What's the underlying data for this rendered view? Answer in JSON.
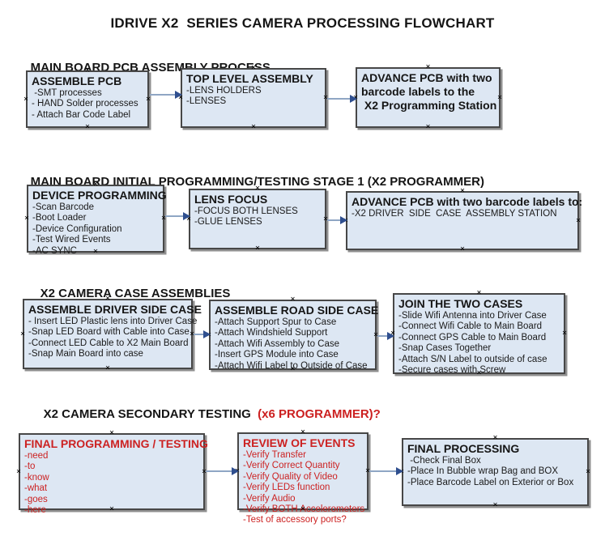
{
  "title": "IDRIVE X2  SERIES CAMERA PROCESSING FLOWCHART",
  "icons": {
    "glue_point_glyph": "×"
  },
  "colors": {
    "box_fill": "#dde7f3",
    "box_border": "#474747",
    "box_shadow": "#8f8f8f",
    "arrow_line": "#8fa6c4",
    "arrow_head": "#2f4f8f",
    "red_text": "#cc2222",
    "heading_red": "#cc2020"
  },
  "sections": [
    {
      "heading": "MAIN BOARD PCB ASSEMBLY PROCESS",
      "heading_red": "",
      "boxes": [
        {
          "title": "ASSEMBLE PCB",
          "items": [
            " -SMT processes",
            "- HAND Solder processes",
            "- Attach Bar Code Label"
          ]
        },
        {
          "title": "TOP LEVEL ASSEMBLY",
          "items": [
            "-LENS HOLDERS",
            "-LENSES"
          ]
        },
        {
          "title": "ADVANCE PCB with two",
          "items": [
            "barcode labels to the",
            " X2 Programming Station"
          ]
        }
      ]
    },
    {
      "heading": "MAIN BOARD INITIAL PROGRAMMING/TESTING STAGE 1 (X2 PROGRAMMER)",
      "heading_red": "",
      "boxes": [
        {
          "title": "DEVICE PROGRAMMING",
          "items": [
            "-Scan Barcode",
            "-Boot Loader",
            "-Device Configuration",
            "-Test Wired Events",
            "-AC SYNC"
          ]
        },
        {
          "title": "LENS FOCUS",
          "items": [
            "-FOCUS BOTH LENSES",
            "-GLUE LENSES"
          ]
        },
        {
          "title": "ADVANCE PCB with two barcode labels to:",
          "items": [
            "-X2 DRIVER  SIDE  CASE  ASSEMBLY STATION"
          ]
        }
      ]
    },
    {
      "heading": "X2 CAMERA CASE ASSEMBLIES",
      "heading_red": "",
      "boxes": [
        {
          "title": "ASSEMBLE DRIVER SIDE CASE",
          "items": [
            "- Insert LED Plastic lens into Driver Case",
            "-Snap LED Board with Cable into Case",
            "-Connect LED Cable to X2 Main Board",
            "-Snap Main Board into case"
          ]
        },
        {
          "title": "ASSEMBLE ROAD SIDE CASE",
          "items": [
            "-Attach Support Spur to Case",
            "-Attach Windshield Support",
            "-Attach Wifi Assembly to Case",
            "-Insert GPS Module into Case",
            "-Attach Wifi Label to Outside of Case"
          ]
        },
        {
          "title": "JOIN THE TWO CASES",
          "items": [
            "-Slide Wifi Antenna into Driver Case",
            "-Connect Wifi Cable to Main Board",
            "-Connect GPS Cable to Main Board",
            "-Snap Cases Together",
            "-Attach S/N Label to outside of case",
            "-Secure cases with Screw"
          ]
        }
      ]
    },
    {
      "heading": "X2 CAMERA SECONDARY TESTING  ",
      "heading_red": "(x6 PROGRAMMER)?",
      "boxes": [
        {
          "title": "FINAL PROGRAMMING / TESTING",
          "items": [
            "-need",
            "-to",
            "-know",
            "-what",
            "-goes",
            "-here"
          ]
        },
        {
          "title": "REVIEW OF EVENTS",
          "items": [
            "-Verify Transfer",
            "-Verify Correct Quantity",
            "-Verify Quality of Video",
            "-Verify LEDs function",
            "-Verify Audio",
            "-Verify BOTH Accelerometers",
            "-Test of accessory ports?"
          ]
        },
        {
          "title": "FINAL PROCESSING",
          "items": [
            " -Check Final Box",
            "-Place In Bubble wrap Bag and BOX",
            "-Place Barcode Label on Exterior or Box"
          ]
        }
      ]
    }
  ]
}
